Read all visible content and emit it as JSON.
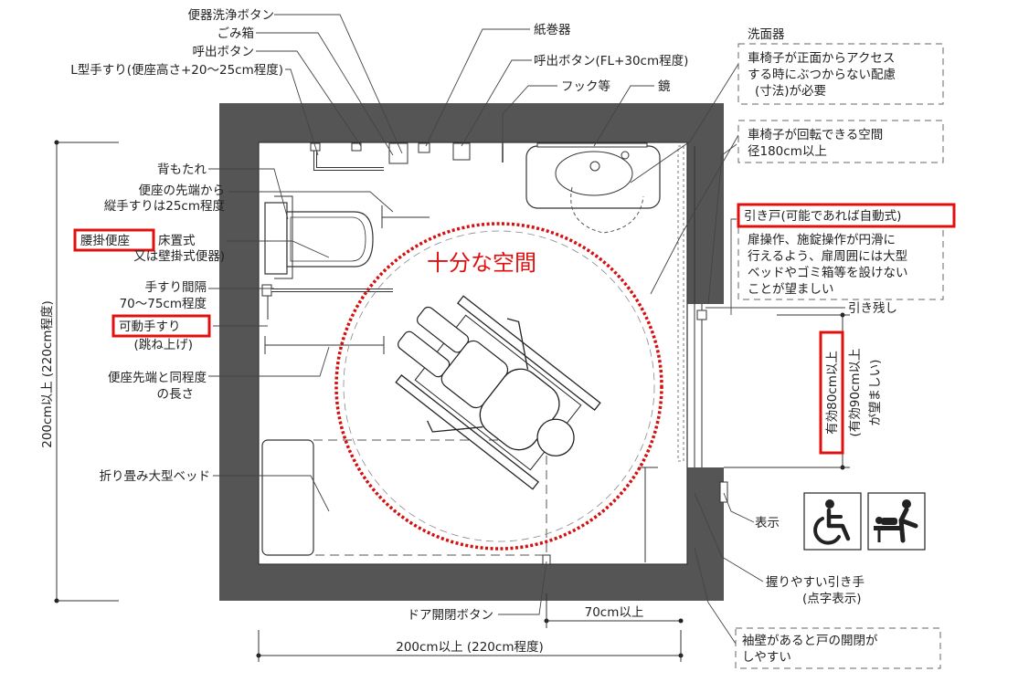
{
  "labels": {
    "flush_button": "便器洗浄ボタン",
    "trash_bin": "ごみ箱",
    "call_button": "呼出ボタン",
    "l_handrail": "L型手すり(便座高さ+20～25cm程度)",
    "paper_holder": "紙巻器",
    "call_button_fl": "呼出ボタン(FL+30cm程度)",
    "hook": "フック等",
    "mirror": "鏡",
    "washbasin": "洗面器",
    "backrest": "背もたれ",
    "vertical_rail_1": "便座の先端から",
    "vertical_rail_2": "縦手すりは25cm程度",
    "toilet_seat": "腰掛便座",
    "toilet_type_1": "床置式",
    "toilet_type_2": "又は壁掛式便器)",
    "rail_spacing_1": "手すり間隔",
    "rail_spacing_2": "70～75cm程度",
    "movable_rail": "可動手すり",
    "movable_rail_note": "(跳ね上げ)",
    "same_length_1": "便座先端と同程度",
    "same_length_2": "の長さ",
    "folding_bed": "折り畳み大型ベッド",
    "door_button": "ドア開閉ボタン",
    "sign": "表示",
    "pull_handle_1": "握りやすい引き手",
    "pull_handle_2": "(点字表示)",
    "remaining": "引き残し",
    "sufficient_space": "十分な空間"
  },
  "notes": {
    "wheelchair_front_1": "車椅子が正面からアクセス",
    "wheelchair_front_2": "する時にぶつからない配慮",
    "wheelchair_front_3": "(寸法)が必要",
    "turning_space_1": "車椅子が回転できる空間",
    "turning_space_2": "径180cm以上",
    "sliding_door": "引き戸(可能であれば自動式)",
    "door_op_1": "扉操作、施錠操作が円滑に",
    "door_op_2": "行えるよう、扉周囲には大型",
    "door_op_3": "ベッドやゴミ箱等を設けない",
    "door_op_4": "ことが望ましい",
    "wing_wall_1": "袖壁があると戸の開閉が",
    "wing_wall_2": "しやすい"
  },
  "dimensions": {
    "left_height": "200cm以上 (220cm程度)",
    "bottom_width": "200cm以上 (220cm程度)",
    "door_width": "70cm以上",
    "effective_width_main": "有効80cm以上",
    "effective_width_sub_1": "(有効90cm以上",
    "effective_width_sub_2": "が望ましい)"
  },
  "icons": [
    "wheelchair-icon",
    "baby-changing-icon"
  ],
  "colors": {
    "wall": "#555555",
    "highlight_red": "#e01010",
    "circle_red": "#d41010"
  }
}
